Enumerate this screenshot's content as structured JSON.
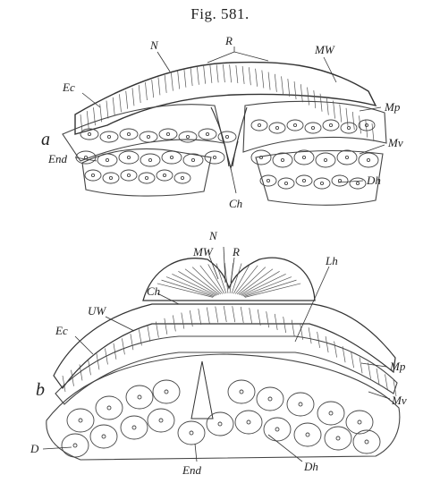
{
  "figure": {
    "title": "Fig. 581.",
    "panels": [
      {
        "letter": "a",
        "labels": {
          "N": "N",
          "R": "R",
          "MW": "MW",
          "Ec": "Ec",
          "Mp": "Mp",
          "Mv": "Mv",
          "End": "End",
          "Ch": "Ch",
          "Dh": "Dh"
        }
      },
      {
        "letter": "b",
        "labels": {
          "N": "N",
          "MW": "MW",
          "R": "R",
          "Ch": "Ch",
          "Lh": "Lh",
          "UW": "UW",
          "Ec": "Ec",
          "Mp": "Mp",
          "Mv": "Mv",
          "D": "D",
          "End": "End",
          "Dh": "Dh"
        }
      }
    ]
  }
}
